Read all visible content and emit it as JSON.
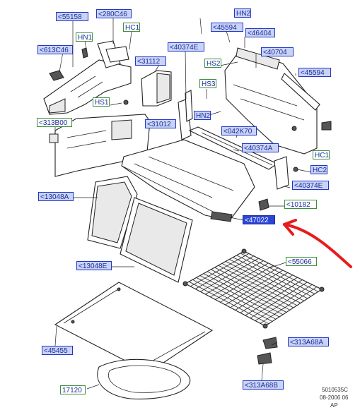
{
  "labels": [
    {
      "id": "55158",
      "text": "<55158",
      "style": "blue"
    },
    {
      "id": "280C46",
      "text": "<280C46",
      "style": "blue"
    },
    {
      "id": "HC1-top",
      "text": "HC1",
      "style": "green"
    },
    {
      "id": "HN2-top",
      "text": "HN2",
      "style": "blue"
    },
    {
      "id": "HN1",
      "text": "HN1",
      "style": "green"
    },
    {
      "id": "45594-top",
      "text": "<45594",
      "style": "blue"
    },
    {
      "id": "46404",
      "text": "<46404",
      "style": "blue"
    },
    {
      "id": "613C46",
      "text": "<613C46",
      "style": "blue"
    },
    {
      "id": "40374E-top",
      "text": "<40374E",
      "style": "blue"
    },
    {
      "id": "40704",
      "text": "<40704",
      "style": "blue"
    },
    {
      "id": "31112",
      "text": "<31112",
      "style": "blue"
    },
    {
      "id": "HS2",
      "text": "HS2",
      "style": "green"
    },
    {
      "id": "45594-right",
      "text": "<45594",
      "style": "blue"
    },
    {
      "id": "HS3",
      "text": "HS3",
      "style": "green"
    },
    {
      "id": "HS1",
      "text": "HS1",
      "style": "green"
    },
    {
      "id": "HN2-mid",
      "text": "HN2",
      "style": "blue"
    },
    {
      "id": "313B00",
      "text": "<313B00",
      "style": "green"
    },
    {
      "id": "31012",
      "text": "<31012",
      "style": "blue"
    },
    {
      "id": "042K70",
      "text": "<042K70",
      "style": "blue"
    },
    {
      "id": "40374A",
      "text": "<40374A",
      "style": "blue"
    },
    {
      "id": "HC1-right",
      "text": "HC1",
      "style": "green"
    },
    {
      "id": "HC2",
      "text": "HC2",
      "style": "blue"
    },
    {
      "id": "40374E-right",
      "text": "<40374E",
      "style": "blue"
    },
    {
      "id": "13048A",
      "text": "<13048A",
      "style": "blue"
    },
    {
      "id": "10182",
      "text": "<10182",
      "style": "green"
    },
    {
      "id": "47022",
      "text": "<47022",
      "style": "sel"
    },
    {
      "id": "13048E",
      "text": "<13048E",
      "style": "blue"
    },
    {
      "id": "55066",
      "text": "<55066",
      "style": "green"
    },
    {
      "id": "313A68A",
      "text": "<313A68A",
      "style": "blue"
    },
    {
      "id": "45455",
      "text": "<45455",
      "style": "blue"
    },
    {
      "id": "313A68B",
      "text": "<313A68B",
      "style": "blue"
    },
    {
      "id": "17120",
      "text": "17120",
      "style": "green"
    }
  ],
  "footer": {
    "ref": "5010535C",
    "date": "08-2006 06",
    "region": "AP"
  },
  "colors": {
    "label_fill": "#c9d3f5",
    "label_border": "#2036c8",
    "label_text": "#1d2e9e",
    "green_border": "#3d8f3a",
    "selected_fill": "#2b45d6",
    "arrow": "#e81c1c"
  }
}
